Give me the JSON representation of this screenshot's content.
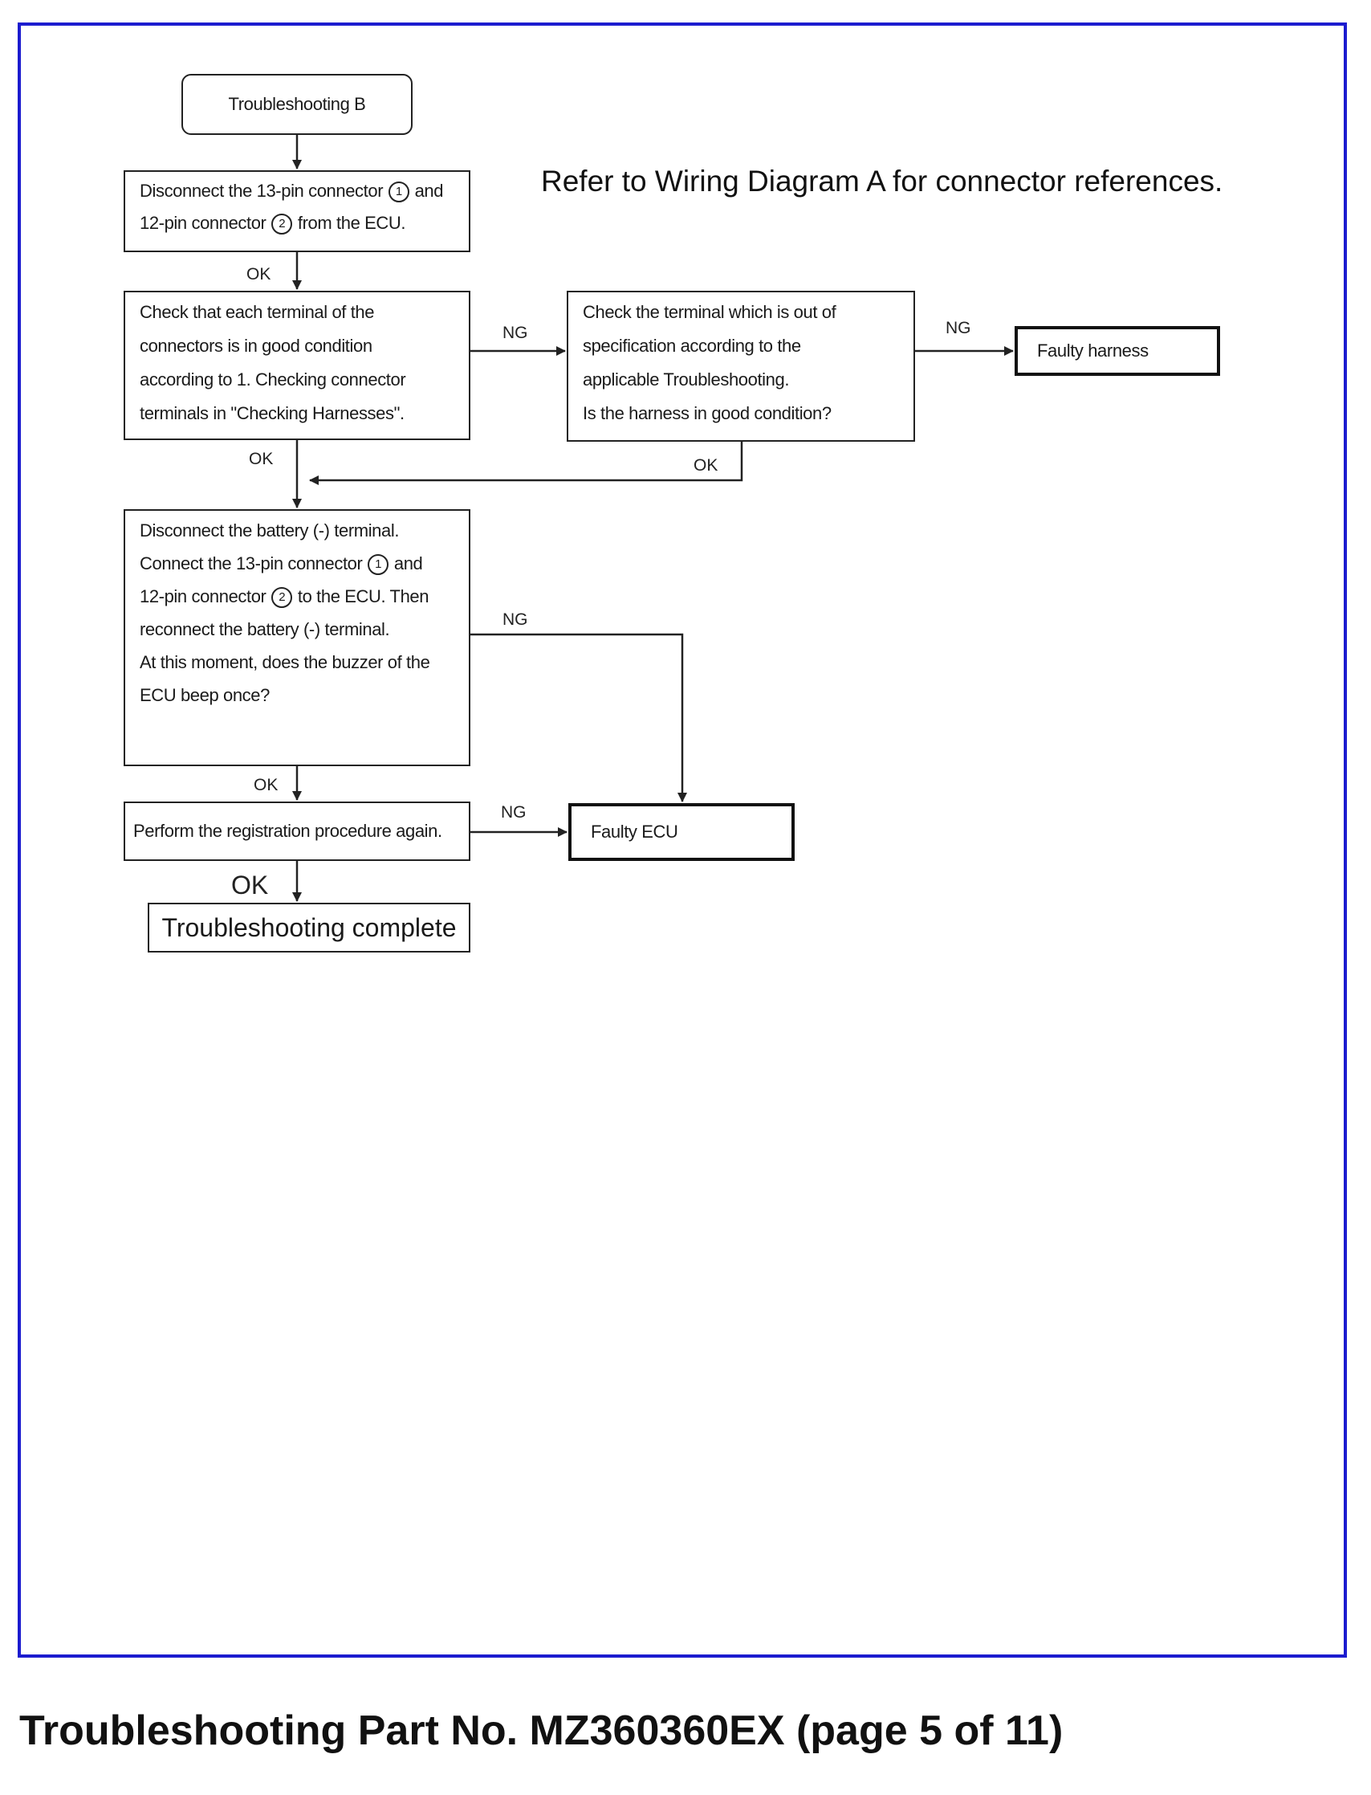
{
  "diagram": {
    "nodes": {
      "start": "Troubleshooting B",
      "step1": [
        "Disconnect the 13-pin connector",
        "and",
        "12-pin connector",
        "from the ECU."
      ],
      "step1_markers": [
        "1",
        "2"
      ],
      "step2": [
        "Check that each terminal of the",
        "connectors is in good condition",
        "according to 1. Checking connector",
        "terminals in \"Checking Harnesses\"."
      ],
      "step2_ng": [
        "Check the terminal which is out of",
        "specification according to the",
        "applicable Troubleshooting.",
        "Is the harness in good condition?"
      ],
      "faulty_harness": "Faulty harness",
      "step3": [
        "Disconnect the battery (-) terminal.",
        "Connect the 13-pin connector",
        "and",
        "12-pin connector",
        "to the ECU. Then",
        "reconnect the battery (-) terminal.",
        "At this moment, does the buzzer of the",
        "ECU beep once?"
      ],
      "step3_markers": [
        "1",
        "2"
      ],
      "step4": "Perform the registration procedure again.",
      "faulty_ecu": "Faulty ECU",
      "complete": "Troubleshooting complete"
    },
    "labels": {
      "ok": "OK",
      "ng": "NG"
    },
    "note": "Refer to Wiring Diagram A for connector references."
  },
  "footer": "Troubleshooting Part No. MZ360360EX (page 5 of 11)",
  "colors": {
    "frame": "#1c1ccf",
    "line": "#222222"
  }
}
